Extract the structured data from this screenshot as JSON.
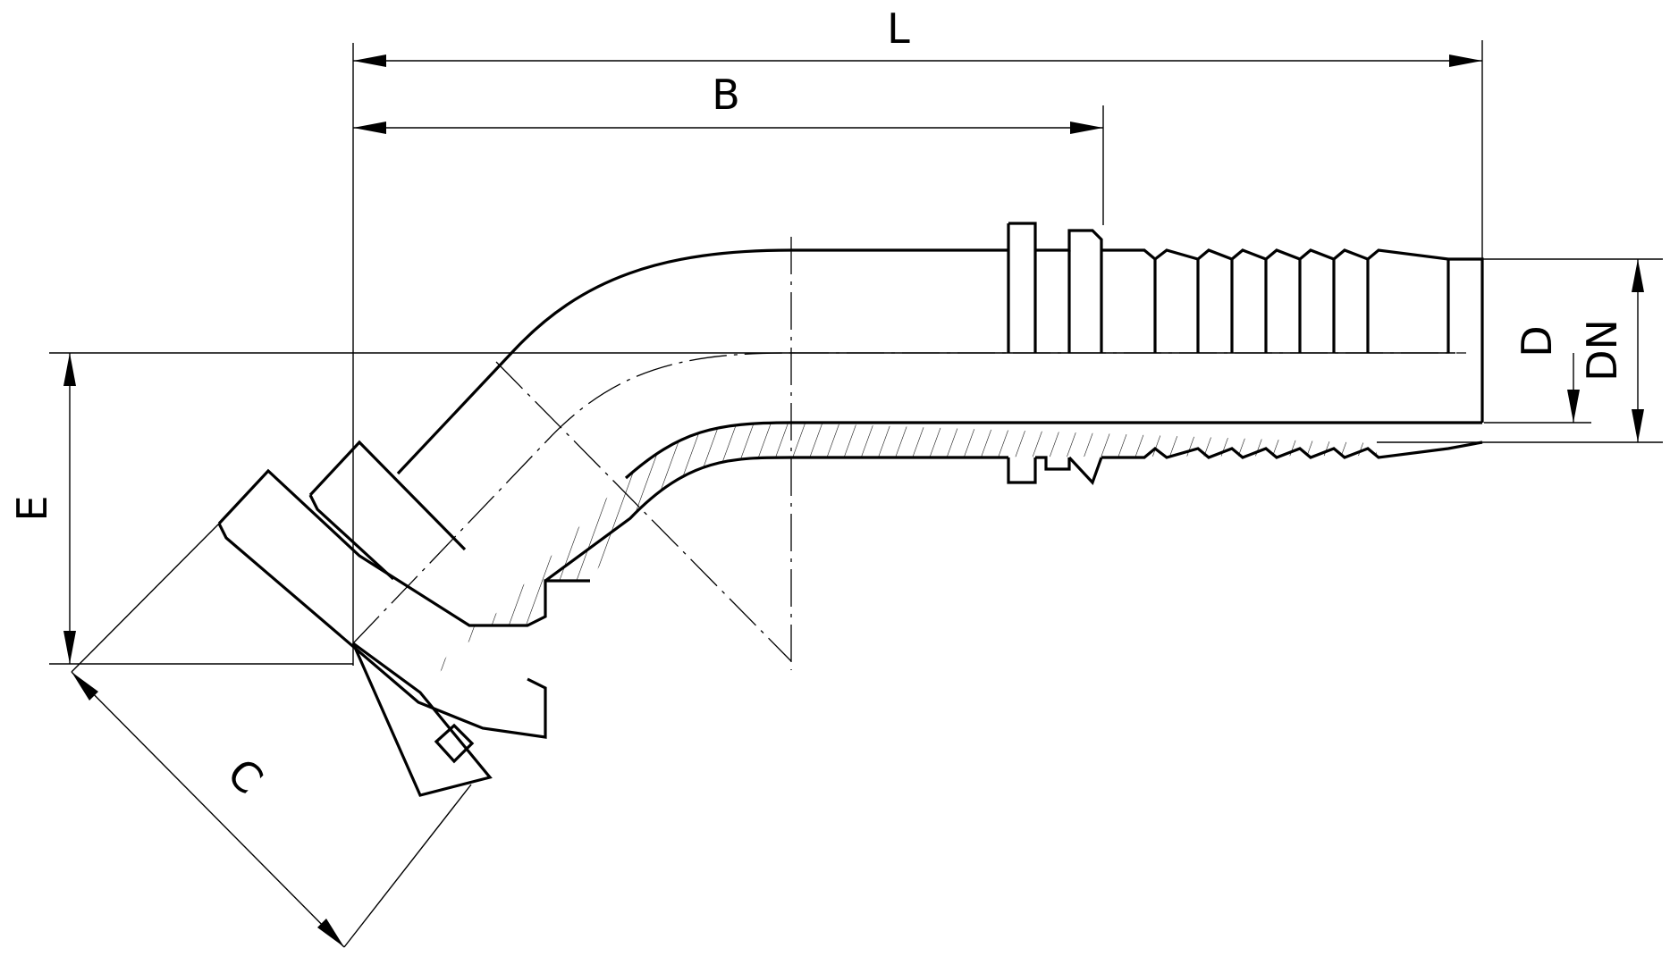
{
  "dimensions": {
    "overall_length": "L",
    "bend_length": "B",
    "offset_height": "E",
    "flange_size": "C",
    "bore_diameter": "D",
    "nominal_diameter": "DN"
  },
  "colors": {
    "line": "#000000",
    "background": "#ffffff"
  }
}
